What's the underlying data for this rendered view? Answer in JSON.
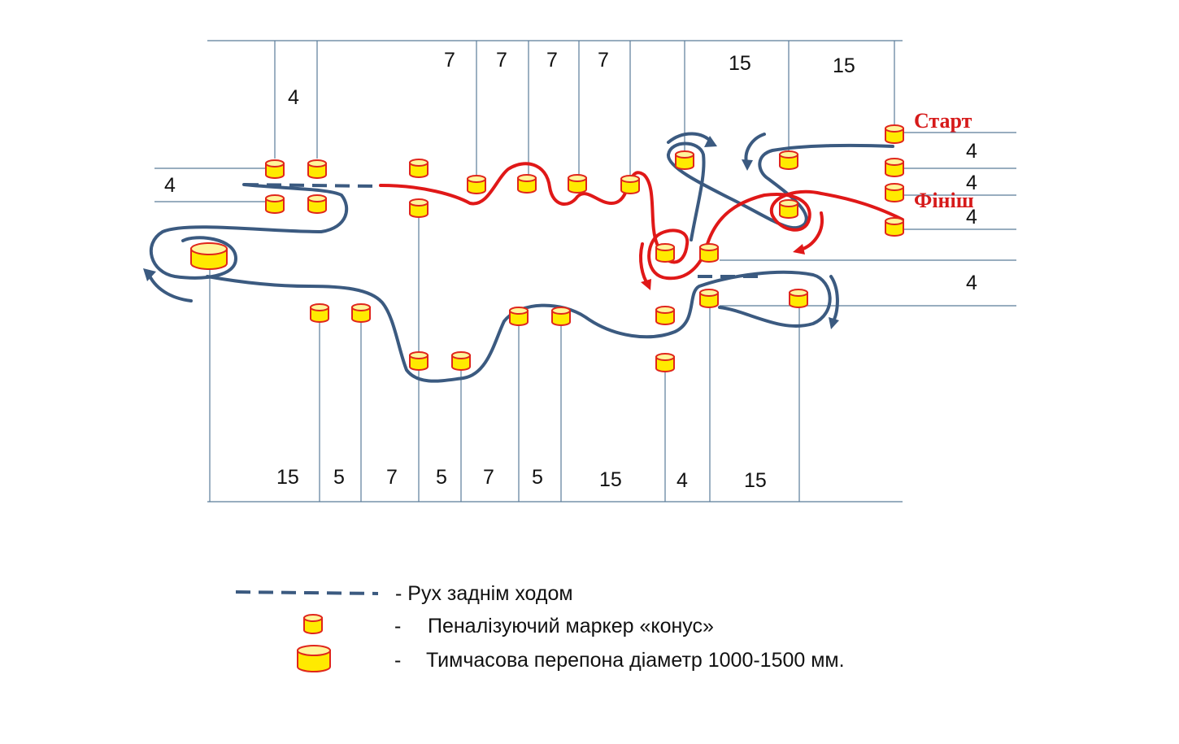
{
  "labels": {
    "start": "Старт",
    "finish": "Фініш"
  },
  "dimensions": {
    "top": [
      "4",
      "7",
      "7",
      "7",
      "7",
      "15",
      "15"
    ],
    "left": [
      "4"
    ],
    "right": [
      "4",
      "4",
      "4",
      "4"
    ],
    "bottom": [
      "15",
      "5",
      "7",
      "5",
      "7",
      "5",
      "15",
      "4",
      "15"
    ]
  },
  "legend": {
    "reverse": "- Рух заднім ходом",
    "cone_dash": "-",
    "cone": "Пеналізуючий маркер «конус»",
    "obstacle_dash": "-",
    "obstacle": "Тимчасова перепона діаметр 1000-1500  мм."
  },
  "colors": {
    "blue_path": "#3b5a80",
    "red_path": "#e01818",
    "marker_fill": "#ffea00",
    "marker_stroke": "#e0261b",
    "label_red": "#d61a1a"
  }
}
